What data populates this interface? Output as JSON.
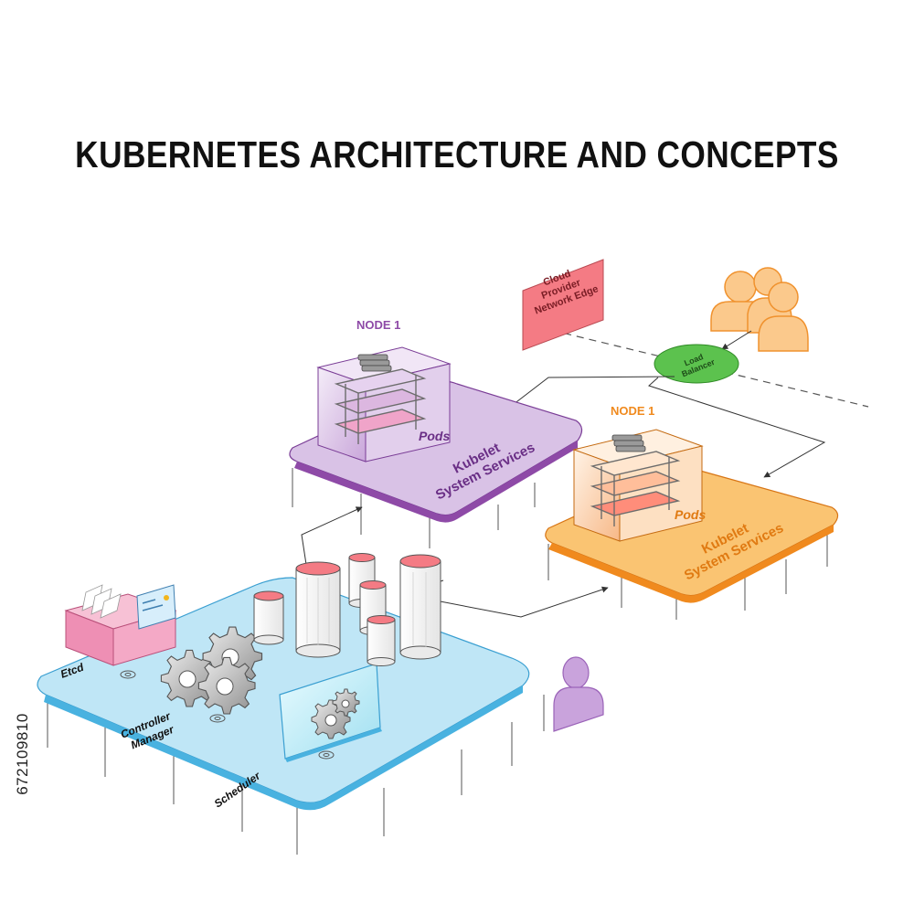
{
  "title": "KUBERNETES ARCHITECTURE AND CONCEPTS",
  "stock_id": "672109810",
  "nodes": [
    {
      "heading": "NODE 1",
      "pods": "Pods",
      "line1": "Kubelet",
      "line2": "System Services",
      "color": "#8e4aa7",
      "platform": "#d9c2e6"
    },
    {
      "heading": "NODE 1",
      "pods": "Pods",
      "line1": "Kubelet",
      "line2": "System Services",
      "color": "#f08a1e",
      "platform": "#fac472"
    }
  ],
  "cloud": {
    "line1": "Cloud",
    "line2": "Provider",
    "line3": "Network Edge",
    "color": "#f47b84"
  },
  "load_balancer": {
    "line1": "Load",
    "line2": "Balancer",
    "color": "#5cc24e"
  },
  "master": {
    "platform": "#bfe6f6",
    "etcd": "Etcd",
    "controller_line1": "Controller",
    "controller_line2": "Manager",
    "scheduler": "Scheduler"
  },
  "icons": [
    "users-group-icon",
    "user-icon",
    "gear-icon",
    "server-tower-icon",
    "database-drawer-icon"
  ]
}
